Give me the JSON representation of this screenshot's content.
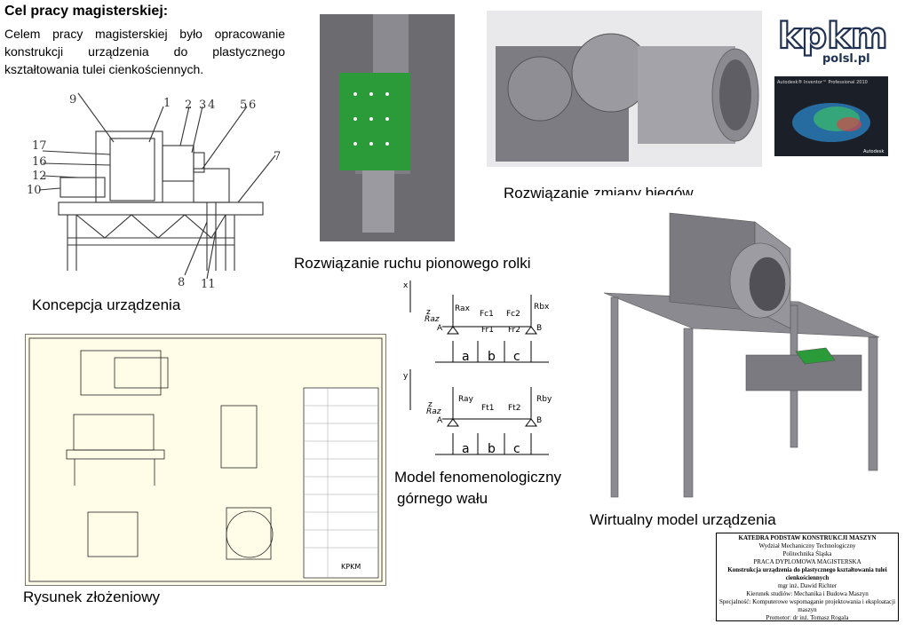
{
  "goal": {
    "title": "Cel pracy magisterskiej:",
    "text": "Celem pracy magisterskiej było opracowanie konstrukcji urządzenia do plastycznego kształtowania tulei cienkościennych."
  },
  "captions": {
    "concept": "Koncepcja urządzenia",
    "assembly": "Rysunek złożeniowy",
    "vertical": "Rozwiązanie ruchu pionowego rolki",
    "gears": "Rozwiązanie zmiany biegów",
    "model_line1": "Model fenomenologiczny",
    "model_line2": "górnego wału",
    "virtual": "Wirtualny model urządzenia"
  },
  "logo": {
    "main": "kpkm",
    "sub": "polsl.pl"
  },
  "inventor": {
    "title": "Autodesk® Inventor™ Professional 2010",
    "brand": "Autodesk"
  },
  "sketch_numbers": [
    "9",
    "1",
    "2",
    "3",
    "4",
    "5",
    "6",
    "17",
    "16",
    "12",
    "10",
    "7",
    "8",
    "11"
  ],
  "diagram_top": {
    "axis_x": "x",
    "axis_z": "z",
    "raz": "Raz",
    "rax": "Rax",
    "fc1": "Fc1",
    "fc2": "Fc2",
    "rbx": "Rbx",
    "fr1": "Fr1",
    "fr2": "Fr2",
    "a_pt": "A",
    "b_pt": "B",
    "seg_a": "a",
    "seg_b": "b",
    "seg_c": "c"
  },
  "diagram_bottom": {
    "axis_y": "y",
    "axis_z": "z",
    "raz": "Raz",
    "ray": "Ray",
    "ft1": "Ft1",
    "ft2": "Ft2",
    "rby": "Rby",
    "a_pt": "A",
    "b_pt": "B",
    "seg_a": "a",
    "seg_b": "b",
    "seg_c": "c"
  },
  "title_block": {
    "dept": "KATEDRA PODSTAW KONSTRUKCJI MASZYN",
    "faculty": "Wydział Mechaniczny Technologiczny",
    "uni": "Politechnika Śląska",
    "work": "PRACA DYPLOMOWA MAGISTERSKA",
    "topic": "Konstrukcja urządzenia do plastycznego kształtowania tulei cienkościennych",
    "author": "mgr inż. Dawid Richter",
    "field": "Kierunek studiów: Mechanika i Budowa Maszyn",
    "spec": "Specjalność: Komputerowe wspomaganie projektowania i eksploatacji maszyn",
    "promoter": "Promotor: dr inż. Tomasz Rogala"
  },
  "drawing_stamp": "KPKM"
}
